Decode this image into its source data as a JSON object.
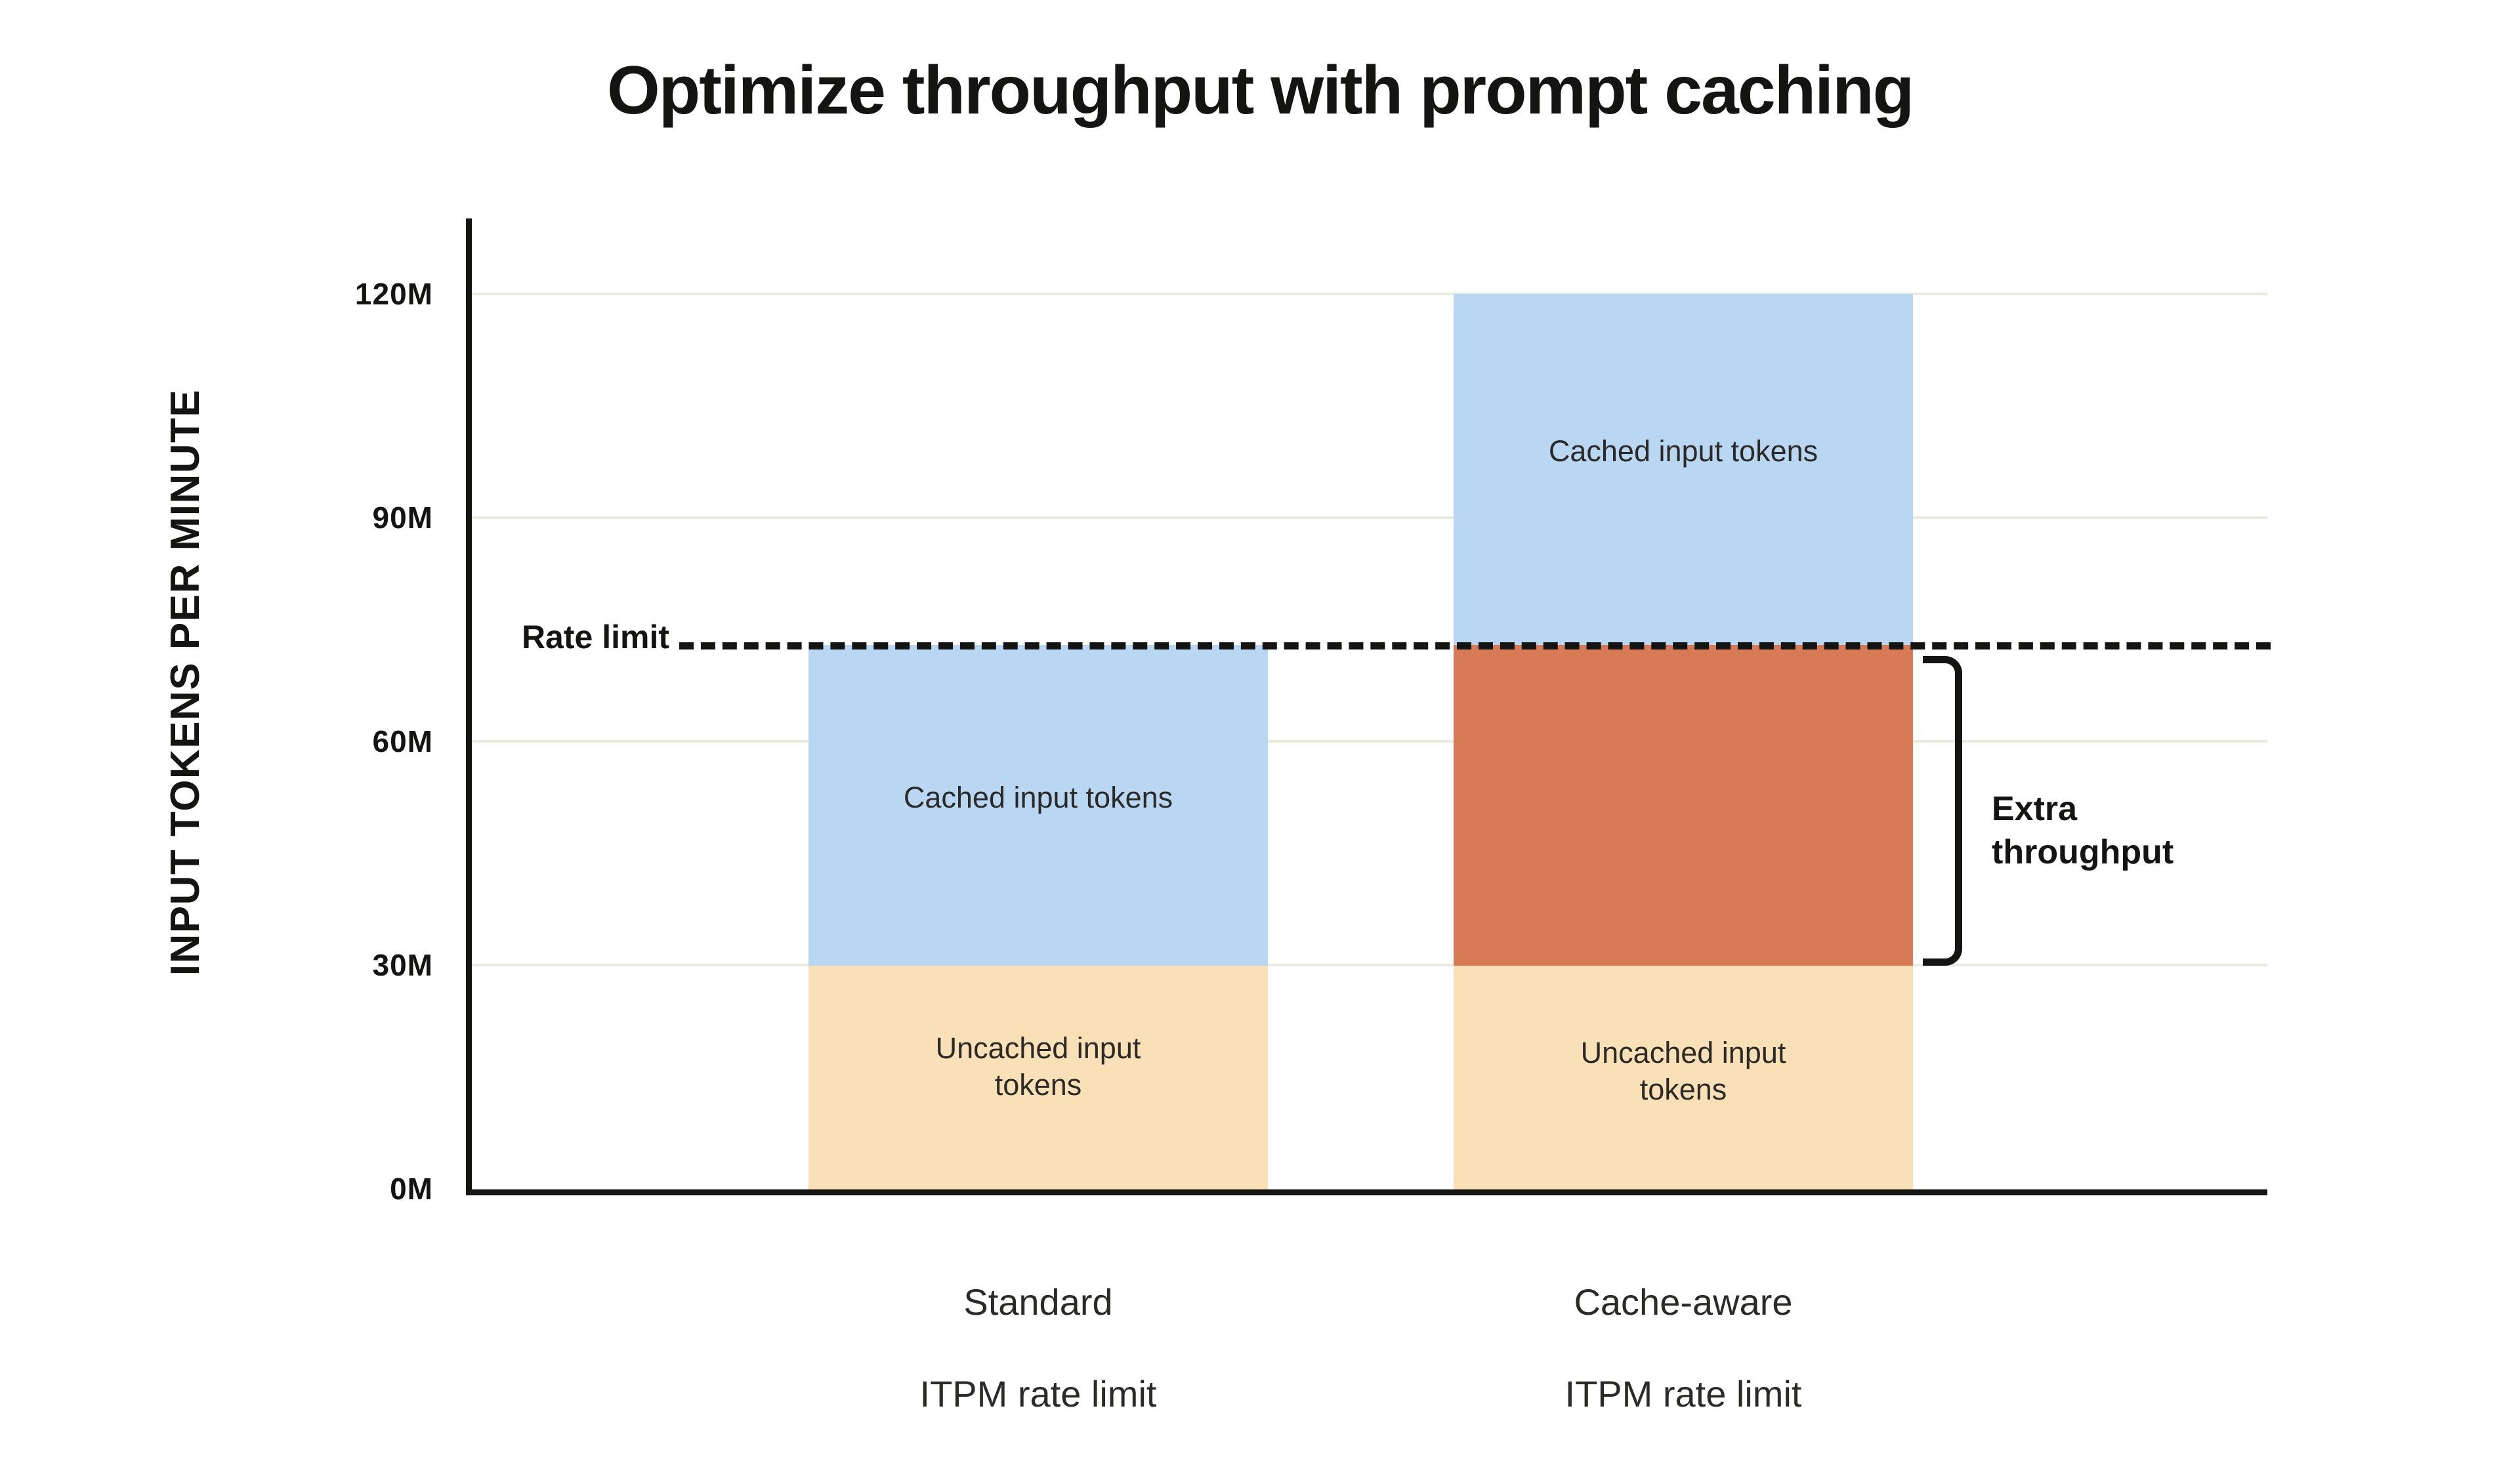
{
  "chart_data": {
    "type": "bar",
    "subtype": "stacked-bar",
    "title": "Optimize throughput with prompt caching",
    "xlabel": "",
    "ylabel": "INPUT TOKENS PER MINUTE",
    "ylim": [
      0,
      131
    ],
    "yunit": "M tokens per minute",
    "ytick_labels": [
      "0M",
      "30M",
      "60M",
      "90M",
      "120M"
    ],
    "ytick_values": [
      0,
      30,
      60,
      90,
      120
    ],
    "grid": true,
    "grid_axis": "y",
    "legend": "none",
    "categories": [
      "Standard\nITPM rate limit",
      "Cache-aware\nITPM rate limit"
    ],
    "series": [
      {
        "name": "Uncached input tokens",
        "color": "#f9e0b6",
        "values": [
          30,
          30
        ]
      },
      {
        "name": "Cached input tokens",
        "color": "#b9d7f3",
        "values": [
          43,
          90
        ]
      },
      {
        "name": "Extra throughput (cached, above rate limit)",
        "color": "#d87a56",
        "values": [
          0,
          43
        ]
      }
    ],
    "bar_totals": [
      73,
      120
    ],
    "segment_labels": [
      [
        "Uncached input\ntokens",
        "Cached input tokens"
      ],
      [
        "Uncached input\ntokens",
        "Cached input tokens"
      ]
    ],
    "annotations": [
      {
        "name": "rate-limit",
        "label": "Rate limit",
        "type": "horizontal-dashed-line",
        "value": 73
      },
      {
        "name": "extra-throughput",
        "label": "Extra\nthroughput",
        "type": "bracket",
        "from": 30,
        "to": 73
      }
    ]
  },
  "axis": {
    "y_title": "INPUT TOKENS PER MINUTE",
    "ticks": [
      {
        "label": "120M"
      },
      {
        "label": "90M"
      },
      {
        "label": "60M"
      },
      {
        "label": "30M"
      },
      {
        "label": "0M"
      }
    ]
  },
  "bars": [
    {
      "category_line1": "Standard",
      "category_line2": "ITPM rate limit",
      "cached_label": "Cached input tokens",
      "uncached_label": "Uncached input\ntokens"
    },
    {
      "category_line1": "Cache-aware",
      "category_line2": "ITPM rate limit",
      "cached_label": "Cached input tokens",
      "uncached_label": "Uncached input\ntokens"
    }
  ],
  "annotations": {
    "rate_limit_label": "Rate limit",
    "extra_throughput_label": "Extra\nthroughput"
  },
  "colors": {
    "cached": "#b9d7f3",
    "uncached": "#f9e0b6",
    "extra": "#d87a56",
    "ink": "#141413",
    "grid": "#eceade",
    "background": "#ffffff"
  }
}
